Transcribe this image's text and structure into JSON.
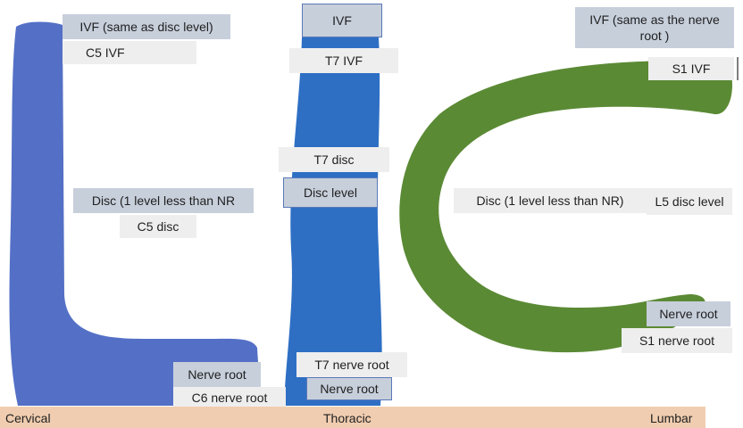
{
  "colors": {
    "cervical_fill": "#5470c6",
    "thoracic_fill": "#2e6fc4",
    "lumbar_fill": "#5b8a35",
    "label_blue": "#c7cfdb",
    "label_gray": "#eeeeee",
    "baseline": "#f0cdb0"
  },
  "cervical": {
    "ivf_note": "IVF (same as disc level)",
    "ivf_example": "C5 IVF",
    "disc_note": "Disc (1 level less than NR",
    "disc_example": "C5 disc",
    "root_note": "Nerve root",
    "root_example": "C6 nerve root"
  },
  "thoracic": {
    "ivf_note": "IVF",
    "ivf_example": "T7 IVF",
    "disc_example": "T7 disc",
    "disc_note": "Disc level",
    "root_example": "T7 nerve root",
    "root_note": "Nerve root"
  },
  "lumbar": {
    "ivf_note": "IVF (same as the nerve root )",
    "ivf_example": "S1 IVF",
    "disc_note": "Disc (1 level less than NR)",
    "disc_example": "L5 disc level",
    "root_note": "Nerve root",
    "root_example": "S1 nerve root"
  },
  "baseline": {
    "left": "Cervical",
    "center": "Thoracic",
    "right": "Lumbar"
  }
}
